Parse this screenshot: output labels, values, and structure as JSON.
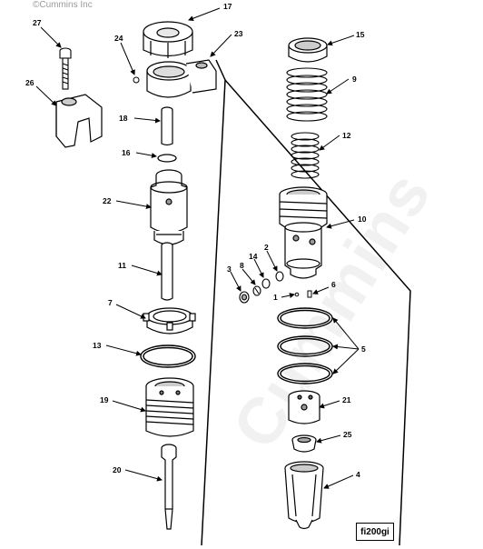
{
  "copyright": "©Cummins Inc",
  "watermark": "Cummins",
  "figure_ref": "fi200gi",
  "callouts": {
    "c1": "1",
    "c2": "2",
    "c3": "3",
    "c4": "4",
    "c5": "5",
    "c6": "6",
    "c7": "7",
    "c8": "8",
    "c9": "9",
    "c10": "10",
    "c11": "11",
    "c12": "12",
    "c13": "13",
    "c14": "14",
    "c15": "15",
    "c16": "16",
    "c17": "17",
    "c18": "18",
    "c19": "19",
    "c20": "20",
    "c21": "21",
    "c22": "22",
    "c23": "23",
    "c24": "24",
    "c25": "25",
    "c26": "26",
    "c27": "27"
  }
}
